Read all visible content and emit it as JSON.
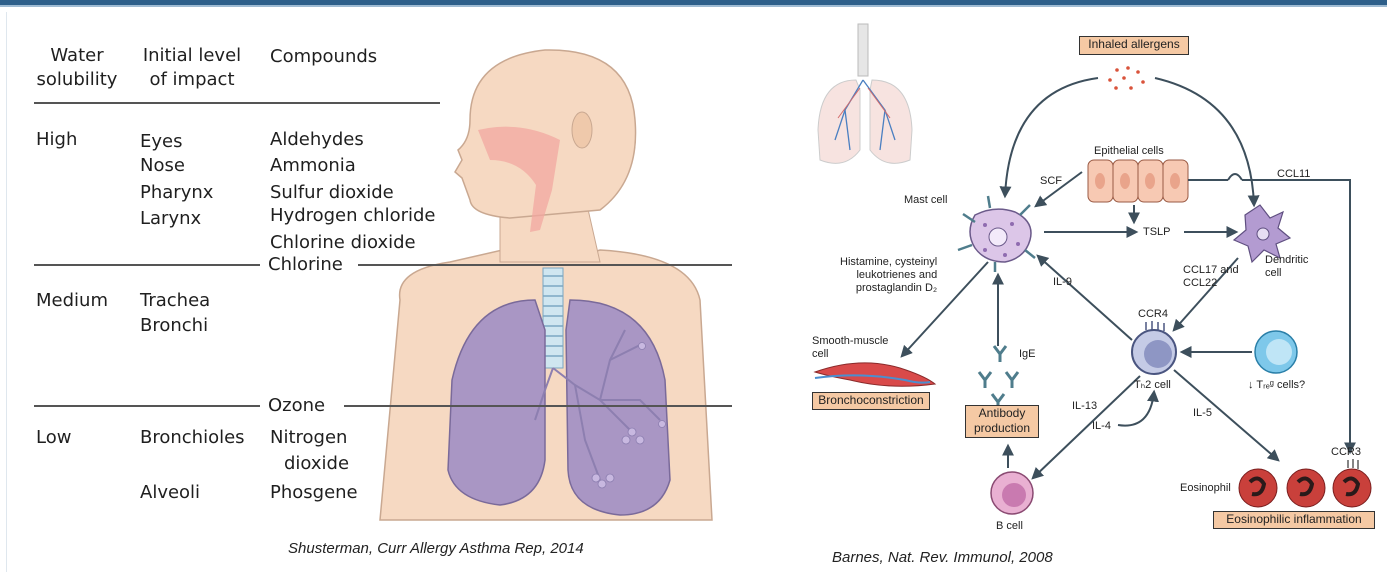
{
  "left_table": {
    "headers": {
      "water_solubility": "Water\nsolubility",
      "initial_level": "Initial level\nof impact",
      "compounds": "Compounds"
    },
    "high": {
      "solubility": "High",
      "levels": [
        "Eyes",
        "Nose",
        "Pharynx",
        "Larynx"
      ],
      "compounds": [
        "Aldehydes",
        "Ammonia",
        "Sulfur dioxide",
        "Hydrogen chloride",
        "Chlorine dioxide"
      ]
    },
    "divider_chlorine": "Chlorine",
    "medium": {
      "solubility": "Medium",
      "levels": [
        "Trachea",
        "Bronchi"
      ]
    },
    "divider_ozone": "Ozone",
    "low": {
      "solubility": "Low",
      "levels": [
        "Bronchioles",
        "Alveoli"
      ],
      "compounds": [
        "Nitrogen",
        "dioxide",
        "Phosgene"
      ]
    },
    "caption": "Shusterman, Curr Allergy Asthma Rep, 2014"
  },
  "diagram": {
    "inhaled_allergens": "Inhaled allergens",
    "epithelial_cells": "Epithelial cells",
    "ccl11": "CCL11",
    "scf": "SCF",
    "mast_cell": "Mast cell",
    "tslp": "TSLP",
    "dendritic_cell": "Dendritic\ncell",
    "histamine": "Histamine, cysteinyl\nleukotrienes and\nprostaglandin D₂",
    "il9": "IL-9",
    "ccl17_22": "CCL17 and\nCCL22",
    "ccr4": "CCR4",
    "smooth_muscle": "Smooth-muscle\ncell",
    "ige": "IgE",
    "th2": "Tₕ2 cell",
    "treg": "↓ Tᵣₑᵍ cells?",
    "bronchoconstriction": "Bronchoconstriction",
    "antibody_production": "Antibody\nproduction",
    "il13": "IL-13",
    "il4": "IL-4",
    "il5": "IL-5",
    "ccr3": "CCR3",
    "eosinophil": "Eosinophil",
    "eosinophilic_inflammation": "Eosinophilic inflammation",
    "b_cell": "B cell",
    "caption": "Barnes, Nat. Rev. Immunol, 2008"
  },
  "colors": {
    "accent_bar": "#2e5f8a",
    "box_fill": "#f5c9a4",
    "arrow": "#3d4f5c",
    "lung": "#a996c4",
    "skin": "#f6d9c2"
  }
}
